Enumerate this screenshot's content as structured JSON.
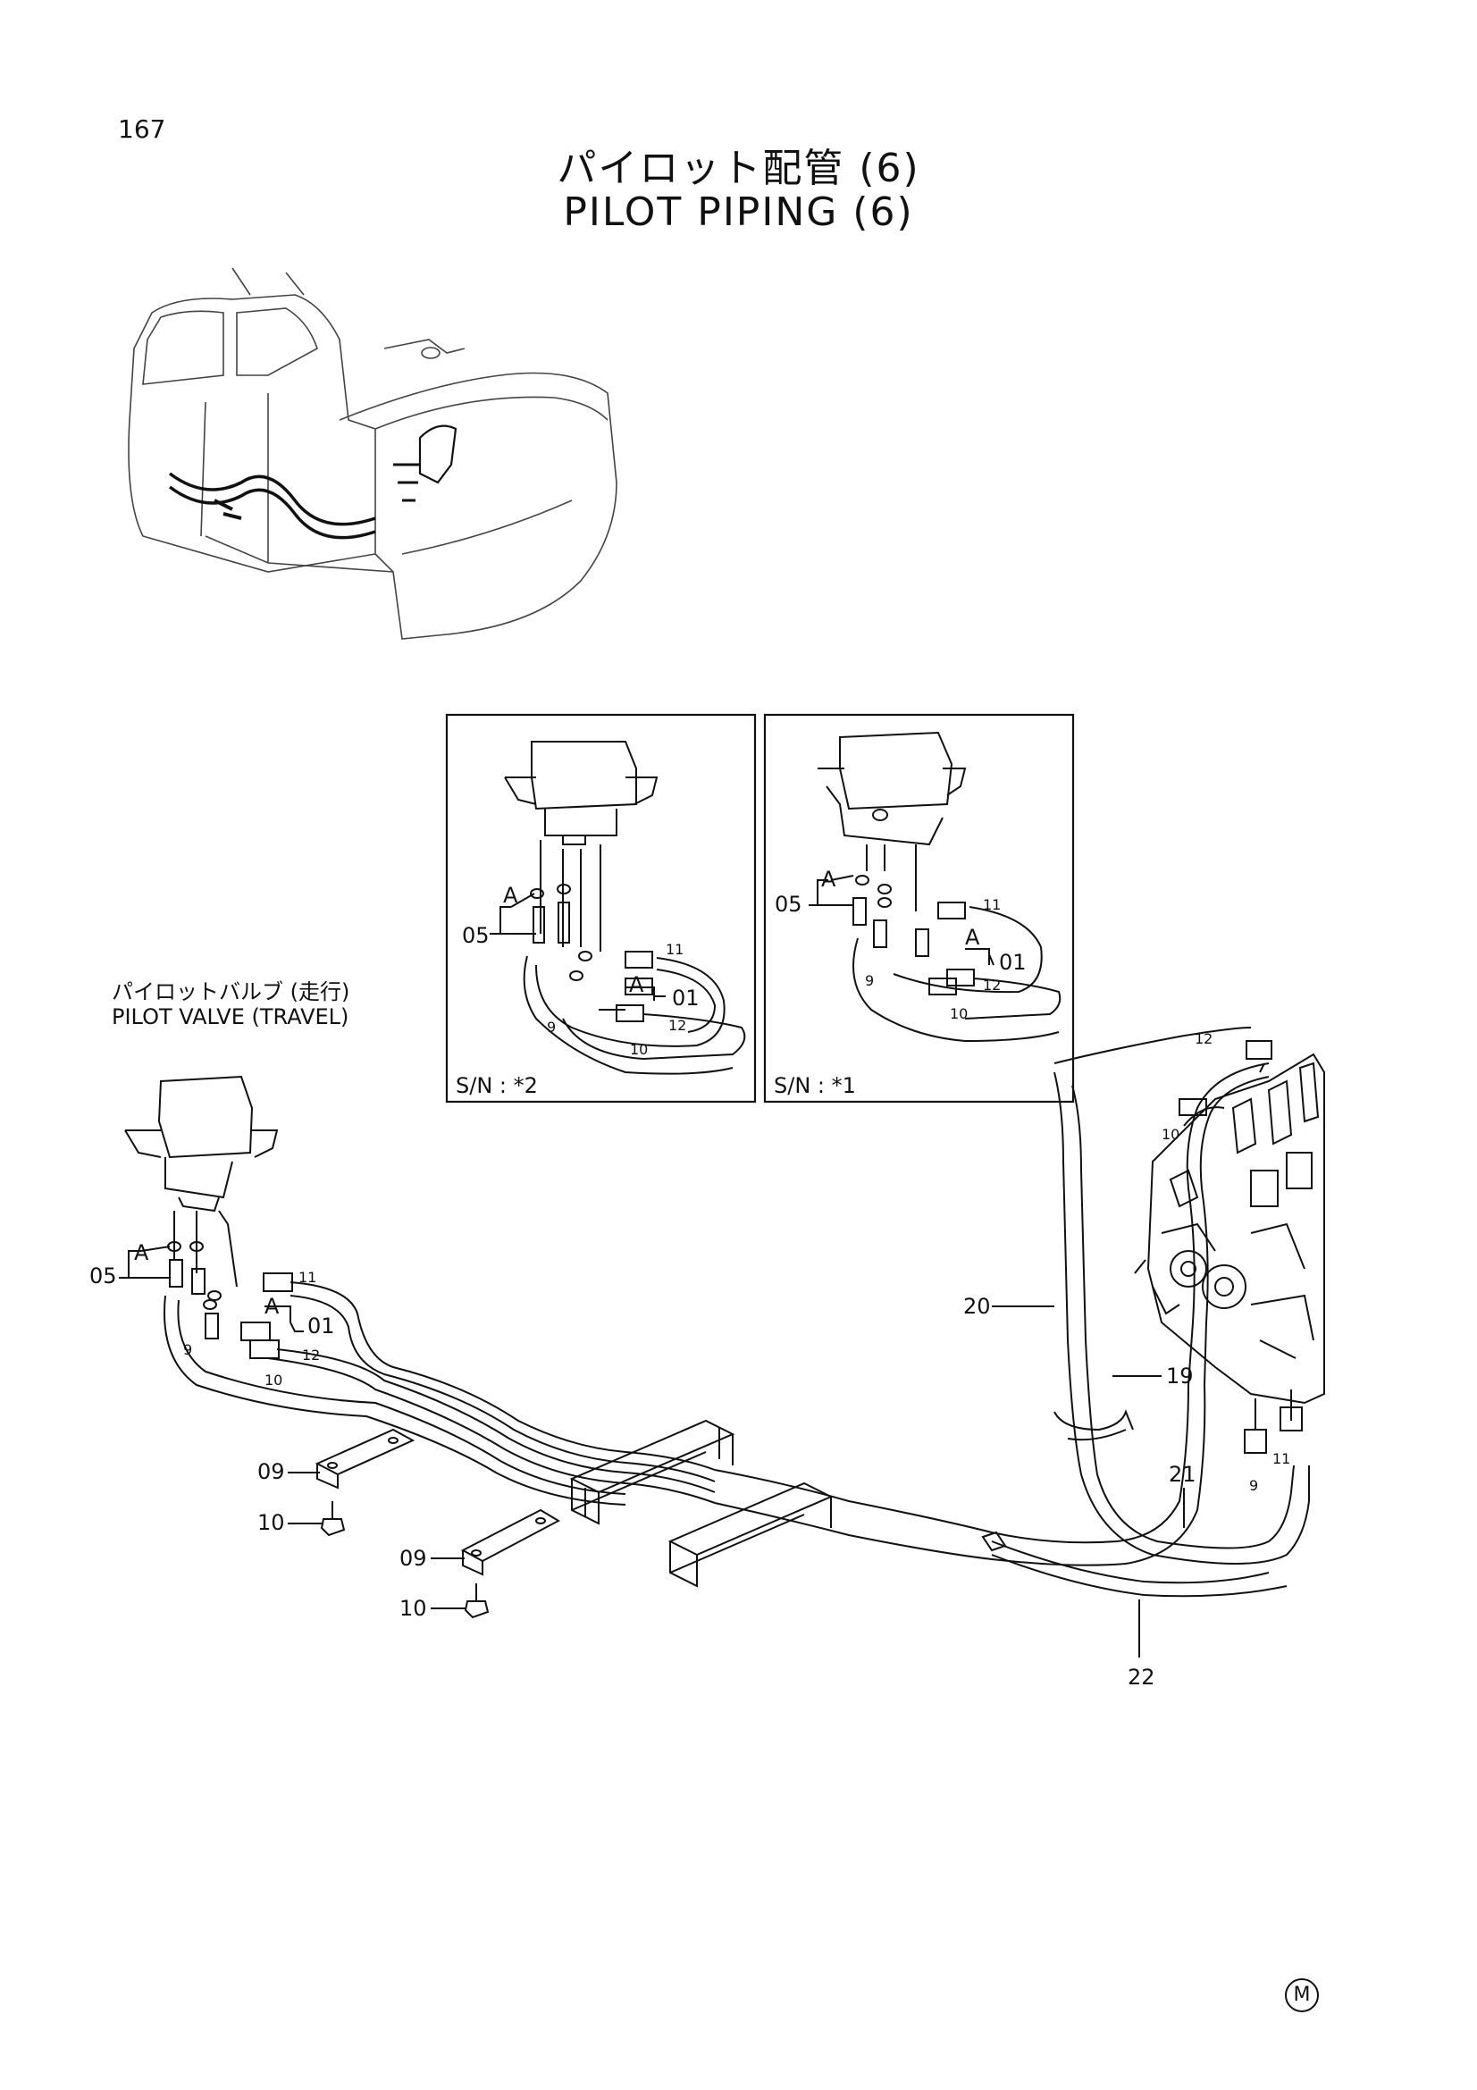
{
  "page_number": "167",
  "title_jp": "パイロット配管 (6)",
  "title_en": "PILOT PIPING (6)",
  "pilot_valve_label_jp": "パイロットバルブ (走行)",
  "pilot_valve_label_en": "PILOT VALVE (TRAVEL)",
  "inset_left": {
    "serial": "S/N : *2",
    "callouts": [
      "A",
      "05",
      "11",
      "A",
      "01",
      "9",
      "12",
      "10"
    ]
  },
  "inset_right": {
    "serial": "S/N : *1",
    "callouts": [
      "A",
      "05",
      "11",
      "A",
      "01",
      "9",
      "12",
      "10"
    ]
  },
  "main_callouts": {
    "a_top": "A",
    "c05": "05",
    "c11": "11",
    "a_mid": "A",
    "c01": "01",
    "c9": "9",
    "c12": "12",
    "c10": "10",
    "c09_a": "09",
    "c10_a": "10",
    "c09_b": "09",
    "c10_b": "10",
    "c20": "20",
    "c19": "19",
    "c21": "21",
    "c22": "22",
    "cv12": "12",
    "cv10": "10",
    "cv9": "9",
    "cv11": "11"
  },
  "corner_mark": "M"
}
